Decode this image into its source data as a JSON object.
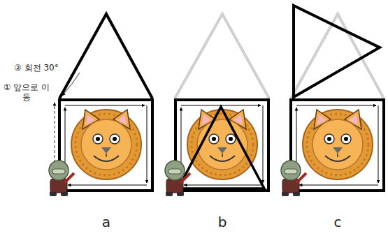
{
  "diagram": {
    "labels": [
      "② 회전 30°",
      "① 앞으로 이동",
      "a",
      "b",
      "c"
    ]
  }
}
